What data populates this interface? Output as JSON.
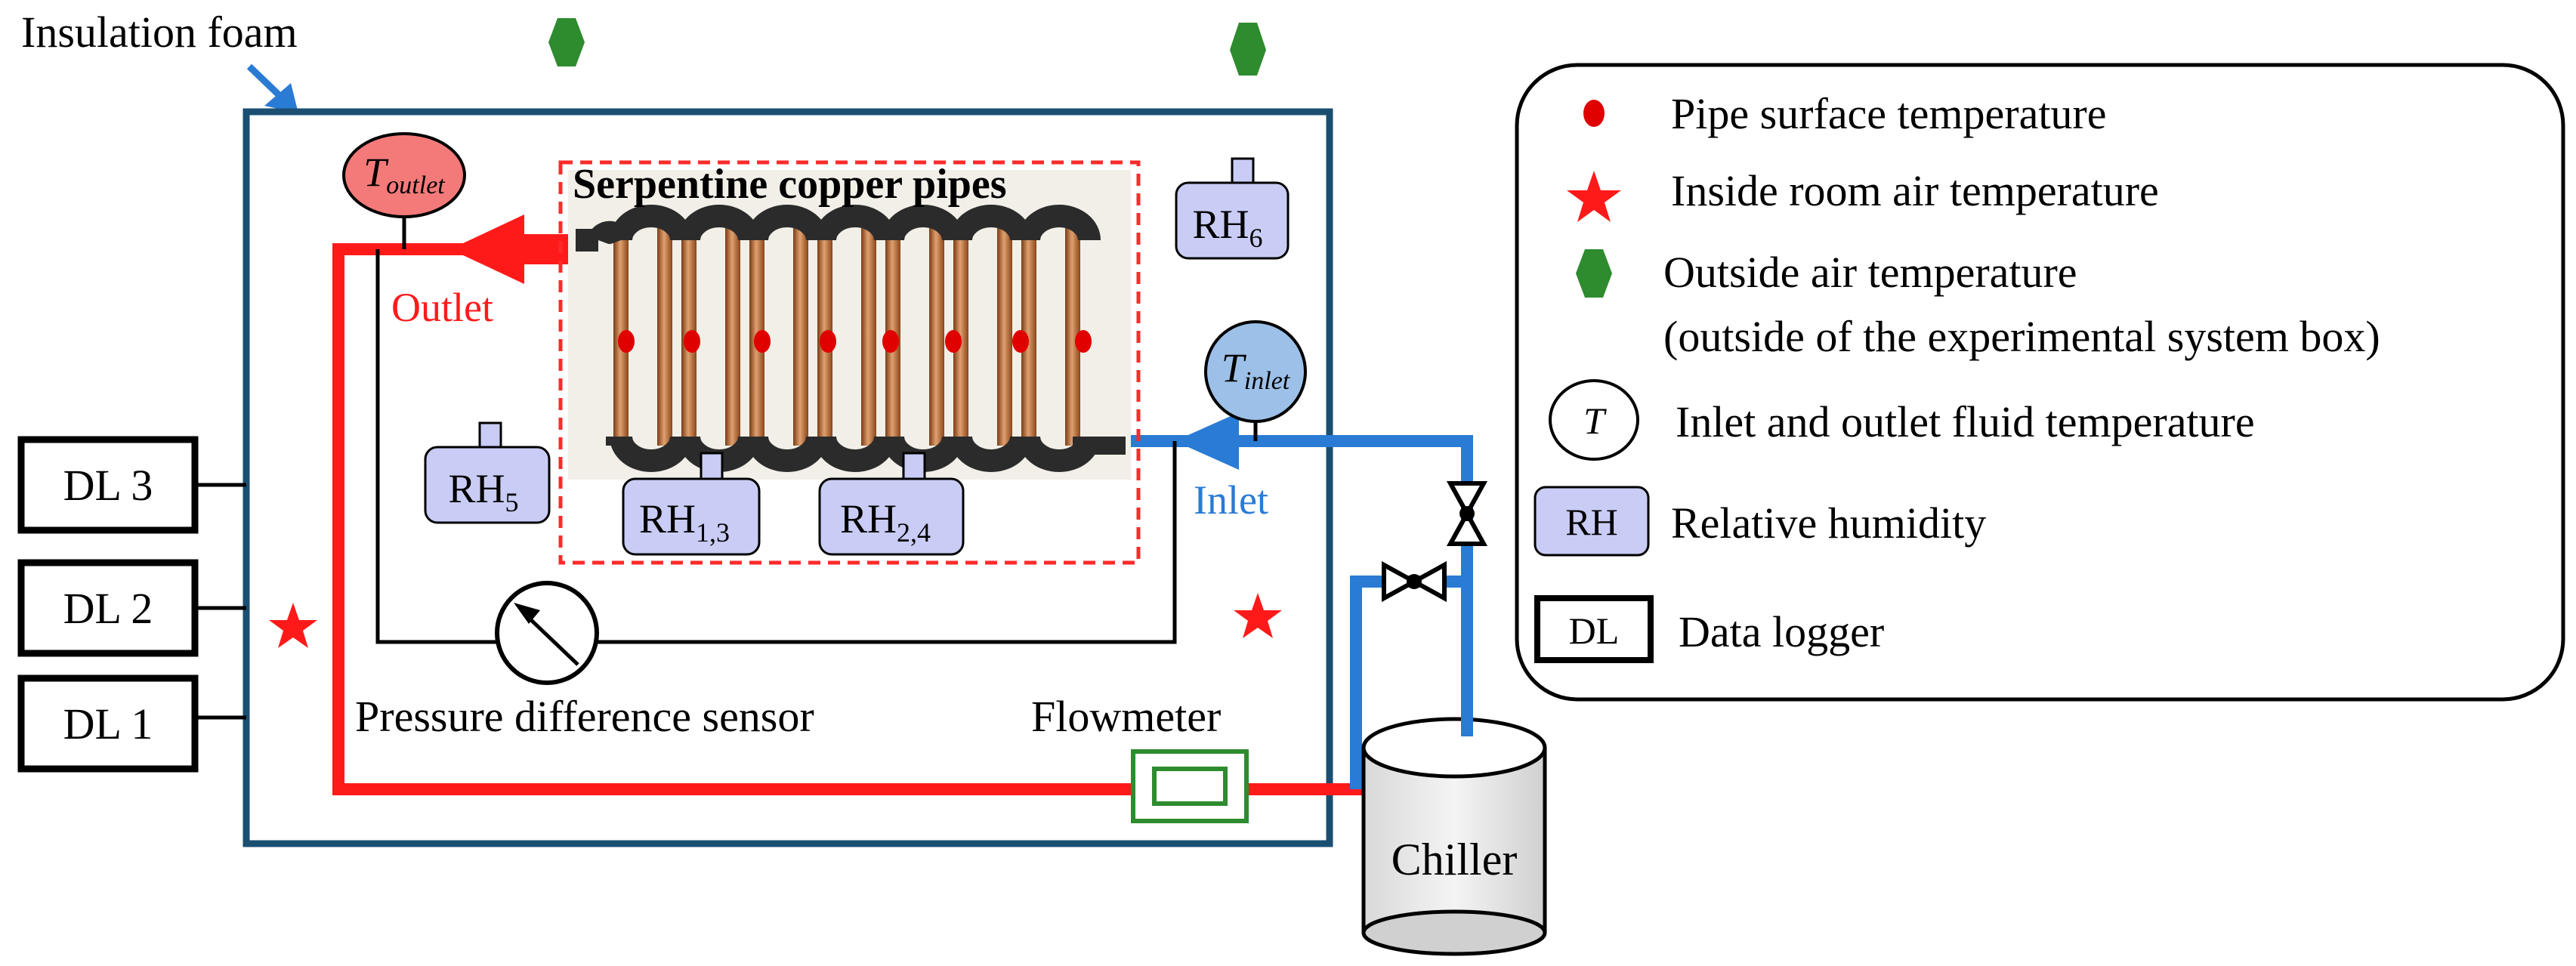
{
  "labels": {
    "insulation_foam": "Insulation foam",
    "serpentine": "Serpentine copper pipes",
    "outlet": "Outlet",
    "inlet": "Inlet",
    "pressure_sensor": "Pressure difference sensor",
    "flowmeter": "Flowmeter",
    "chiller": "Chiller",
    "t_symbol": "T",
    "t_outlet_sub": "outlet",
    "t_inlet_sub": "inlet",
    "rh": "RH",
    "rh6_sub": "6",
    "rh5_sub": "5",
    "rh13_sub": "1,3",
    "rh24_sub": "2,4",
    "dl3": "DL 3",
    "dl2": "DL 2",
    "dl1": "DL 1"
  },
  "legend": {
    "pipe_surface": "Pipe surface temperature",
    "inside_air": "Inside room air temperature",
    "outside_air": "Outside air temperature",
    "outside_air_note": "(outside of the experimental system box)",
    "fluid_temp": "Inlet and outlet fluid temperature",
    "fluid_symbol": "T",
    "rh_label": "Relative humidity",
    "rh_symbol": "RH",
    "dl_label": "Data logger",
    "dl_symbol": "DL"
  },
  "colors": {
    "hot_line": "#ff1a1a",
    "cold_line": "#2a7bd4",
    "box_border": "#1b4f72",
    "outside_marker": "#2e8b2e",
    "rh_fill": "#c9cdf5",
    "t_outlet_fill": "#f47a7a",
    "t_inlet_fill": "#9cc0e8",
    "flowmeter": "#2e8b2e"
  }
}
